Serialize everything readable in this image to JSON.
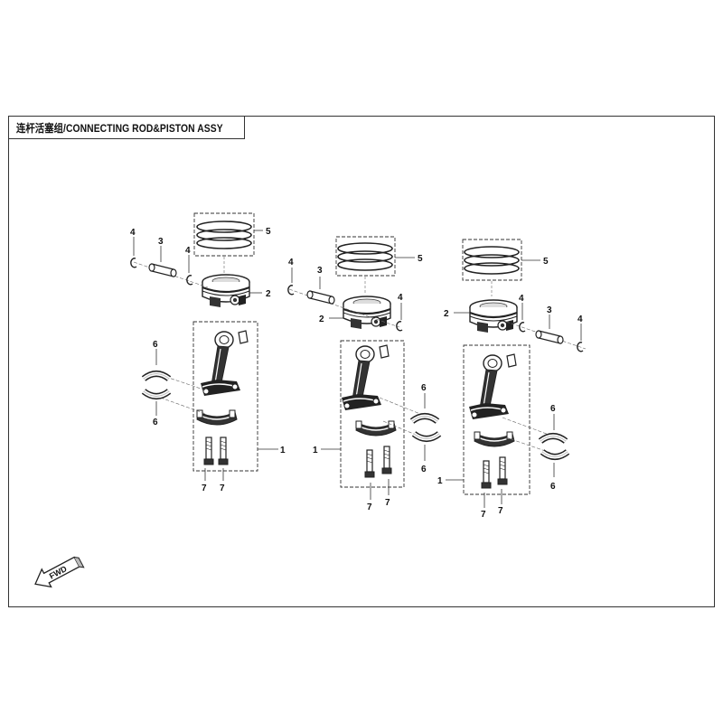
{
  "title": "连杆活塞组/CONNECTING ROD&PISTON ASSY",
  "fwd_label": "FWD",
  "callouts": {
    "a": {
      "p1": "1",
      "p2": "2",
      "p3": "3",
      "p4a": "4",
      "p4b": "4",
      "p5": "5",
      "p6a": "6",
      "p6b": "6",
      "p7a": "7",
      "p7b": "7"
    },
    "b": {
      "p1": "1",
      "p2": "2",
      "p3": "3",
      "p4a": "4",
      "p4b": "4",
      "p5": "5",
      "p6a": "6",
      "p6b": "6",
      "p7a": "7",
      "p7b": "7"
    },
    "c": {
      "p1": "1",
      "p2": "2",
      "p3": "3",
      "p4a": "4",
      "p4b": "4",
      "p5": "5",
      "p6a": "6",
      "p6b": "6",
      "p7a": "7",
      "p7b": "7"
    }
  }
}
